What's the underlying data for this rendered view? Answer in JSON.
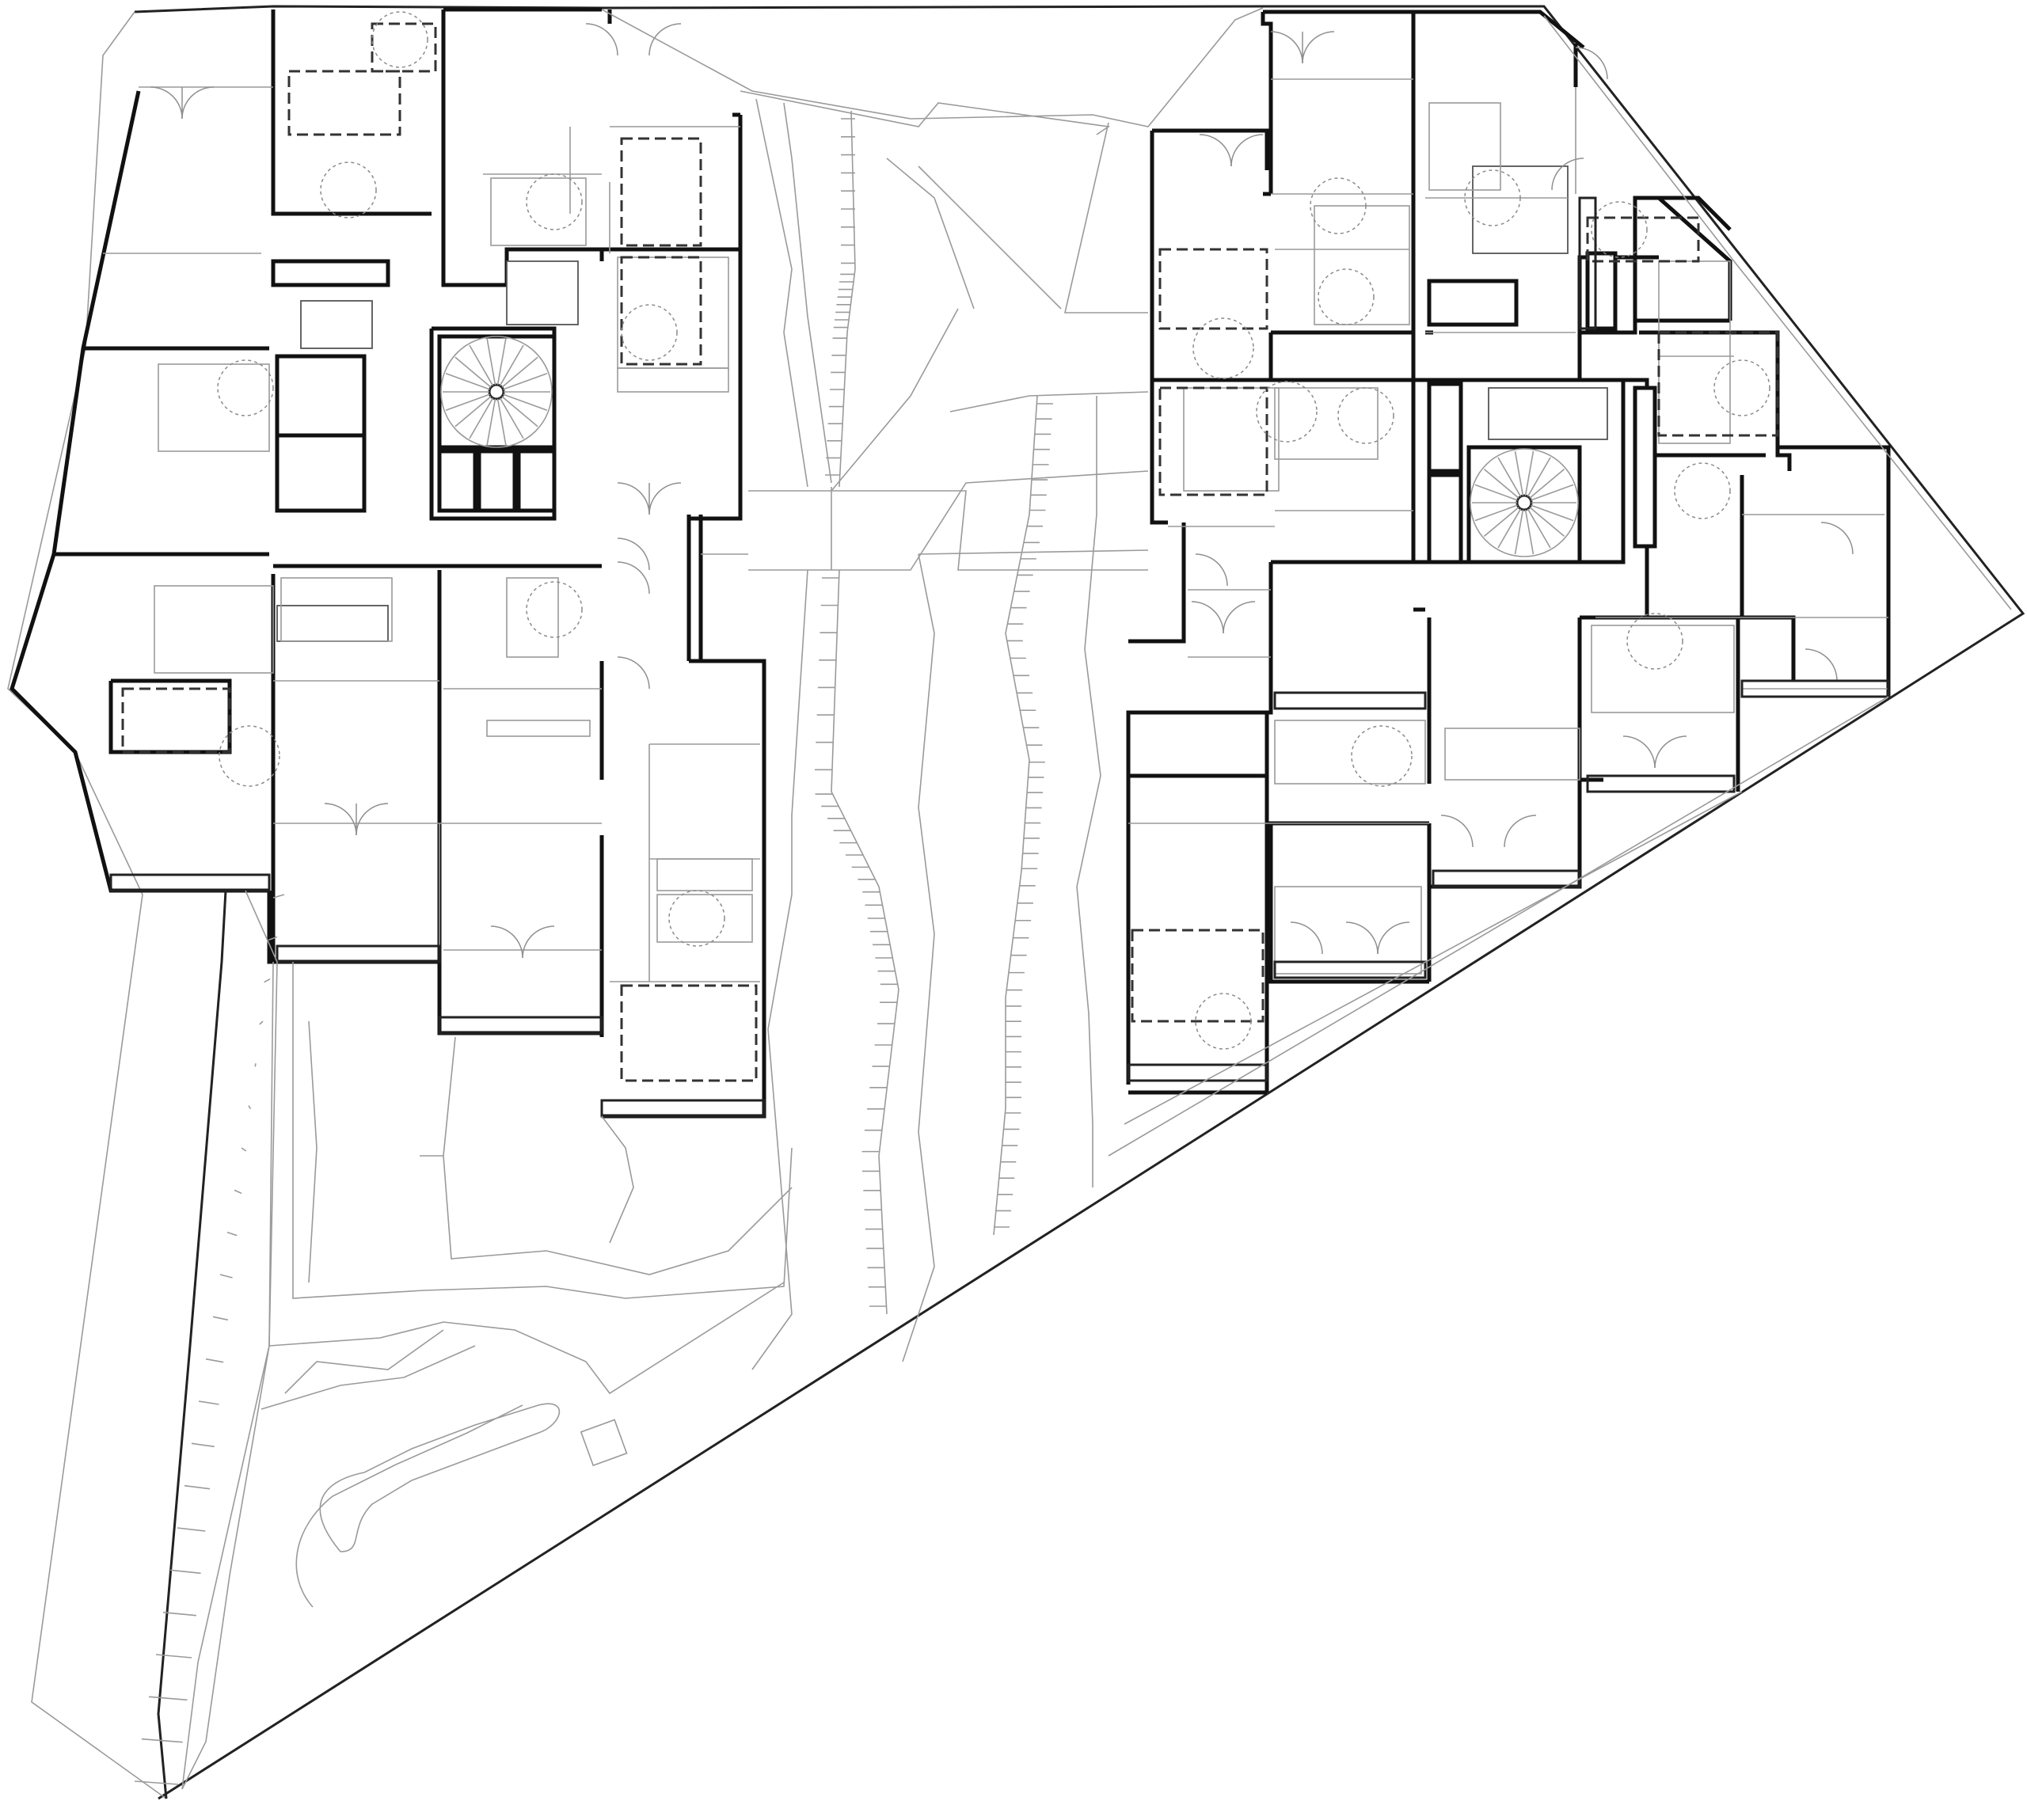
{
  "drawing": {
    "type": "architectural floor plan",
    "colors": {
      "background": "#ffffff",
      "wall": "#111111",
      "fine_line": "#9a9a9a",
      "furniture_dash": "#333333"
    },
    "elements": [
      "site-boundary",
      "left-housing-block",
      "right-housing-block",
      "spiral-staircase-left",
      "spiral-staircase-right",
      "central-courtyard",
      "landscaped-path",
      "ramp-left",
      "ramp-center",
      "stair-flight-right",
      "parking-strip"
    ]
  }
}
